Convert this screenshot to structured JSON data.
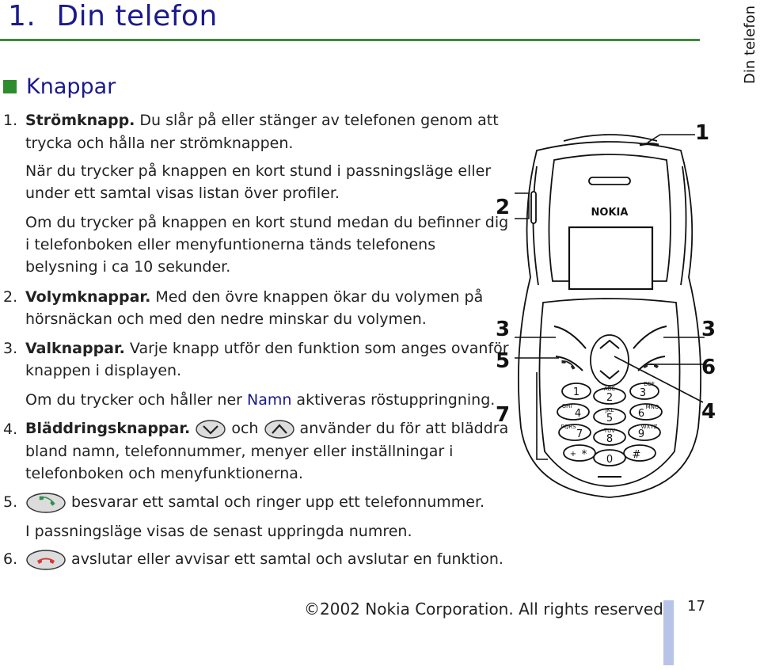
{
  "chapter": {
    "number": "1.",
    "title": "Din telefon"
  },
  "side_tab": "Din telefon",
  "section": {
    "title": "Knappar"
  },
  "items": {
    "i1": {
      "number": "1.",
      "term": "Strömknapp.",
      "line1": " Du slår på eller stänger av telefonen genom att",
      "line2": "trycka och hålla ner strömknappen.",
      "line3": "När du trycker på knappen en kort stund i passningsläge eller",
      "line4": "under ett samtal visas listan över profiler.",
      "line5": "Om du trycker på knappen en kort stund medan du befinner dig",
      "line6": "i telefonboken eller menyfuntionerna tänds telefonens",
      "line7": "belysning i ca 10 sekunder."
    },
    "i2": {
      "number": "2.",
      "term": "Volymknappar.",
      "line1": " Med den övre knappen ökar du volymen på",
      "line2": "hörsnäckan och med den nedre minskar du volymen."
    },
    "i3": {
      "number": "3.",
      "term": "Valknappar.",
      "line1": " Varje knapp utför den funktion som anges ovanför",
      "line2": "knappen i displayen.",
      "line3a": "Om du trycker och håller ner ",
      "namn": "Namn",
      "line3b": " aktiveras röstuppringning."
    },
    "i4": {
      "number": "4.",
      "term": "Bläddringsknappar.",
      "och": "och",
      "line1": "använder du för att bläddra",
      "line2": "bland namn, telefonnummer, menyer eller inställningar i",
      "line3": "telefonboken och menyfunktionerna."
    },
    "i5": {
      "number": "5.",
      "line1": "besvarar ett samtal och ringer upp ett telefonnummer.",
      "line2": "I passningsläge visas de senast uppringda numren."
    },
    "i6": {
      "number": "6.",
      "line1": "avslutar eller avvisar ett samtal och avslutar en funktion."
    }
  },
  "phone": {
    "brand": "NOKIA",
    "callouts": {
      "c1": "1",
      "c2": "2",
      "c3l": "3",
      "c3r": "3",
      "c4": "4",
      "c5": "5",
      "c6": "6",
      "c7": "7"
    },
    "keys": {
      "k1": "1",
      "k2": "2",
      "k2l": "ABC",
      "k3": "3",
      "k3l": "DEF",
      "k4": "4",
      "k4l": "GHI",
      "k5": "5",
      "k5l": "JKL",
      "k6": "6",
      "k6l": "MNO",
      "k7": "7",
      "k7l": "PQRS",
      "k8": "8",
      "k8l": "TUV",
      "k9": "9",
      "k9l": "WXYZ",
      "kstar": "*",
      "kstarl": "+",
      "k0": "0",
      "khash": "#"
    }
  },
  "footer": {
    "copyright": "©2002 Nokia Corporation. All rights reserved.",
    "page": "17"
  },
  "colors": {
    "heading": "#1a1a8c",
    "green": "#2e8b2e",
    "call_green": "#2f8f4e",
    "end_red": "#d83a3a",
    "footer_bar": "#b8c3e8"
  }
}
